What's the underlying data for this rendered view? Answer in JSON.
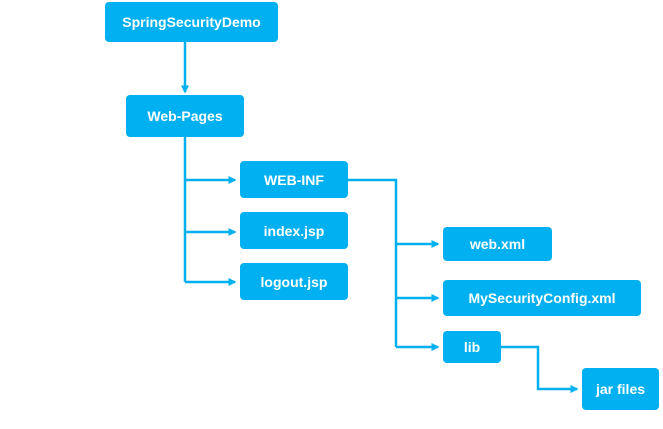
{
  "diagram": {
    "colors": {
      "node_fill": "#00b0f0",
      "node_text": "#ffffff",
      "connector": "#00b0f0",
      "background": "#ffffff"
    },
    "nodes": {
      "root": "SpringSecurityDemo",
      "web_pages": "Web-Pages",
      "web_inf": "WEB-INF",
      "index": "index.jsp",
      "logout": "logout.jsp",
      "web_xml": "web.xml",
      "security_config": "MySecurityConfig.xml",
      "lib": "lib",
      "jar_files": "jar files"
    }
  }
}
